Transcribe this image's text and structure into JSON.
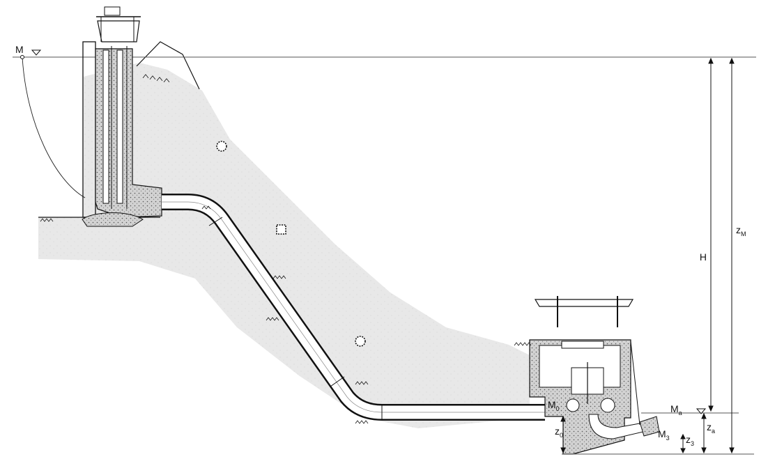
{
  "labels": {
    "m_upper": "M",
    "z_m_main": "z",
    "z_m_sub": "M",
    "h": "H",
    "m0_main": "M",
    "m0_sub": "0",
    "ma_main": "M",
    "ma_sub": "a",
    "m3_main": "M",
    "m3_sub": "3",
    "z0_main": "z",
    "z0_sub": "0",
    "z3_main": "z",
    "z3_sub": "3",
    "za_main": "z",
    "za_sub": "a"
  },
  "colors": {
    "line": "#111111",
    "rock": "#e6e6e6",
    "concrete": "#cfcfcf",
    "water_level": "#444444"
  }
}
